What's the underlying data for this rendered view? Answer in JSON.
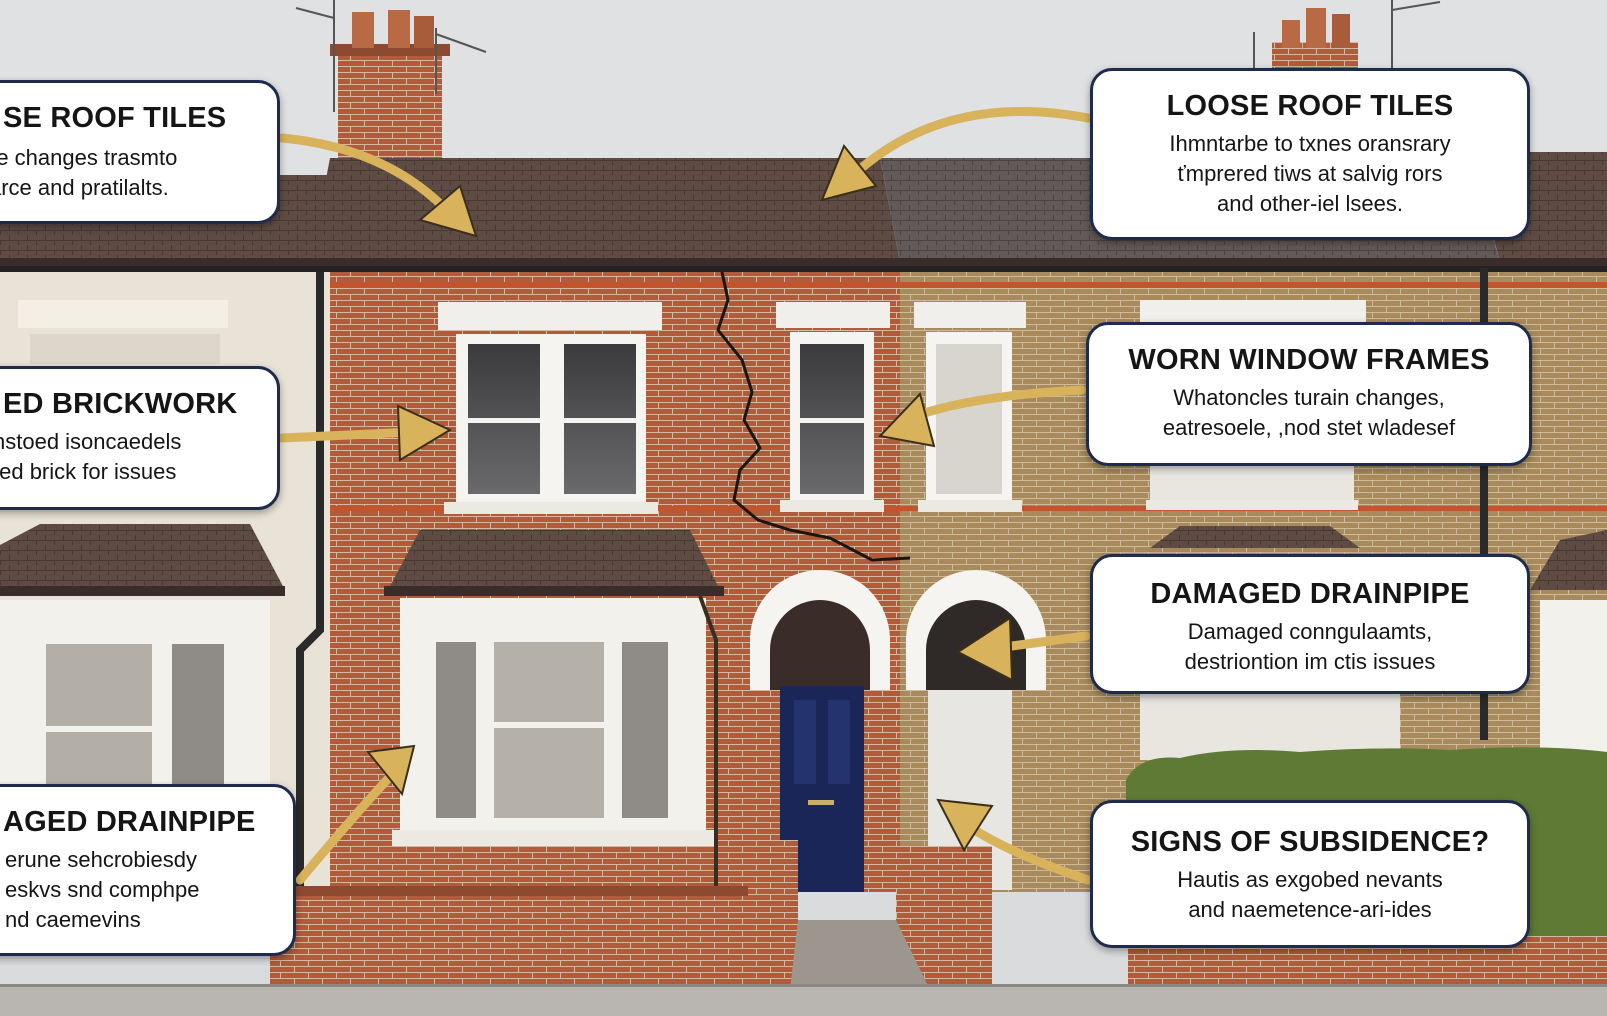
{
  "callouts": [
    {
      "id": "roof-left",
      "title": "SE ROOF TILES",
      "lines": [
        "re changes trasmto",
        "arce and pratilalts."
      ]
    },
    {
      "id": "roof-right",
      "title": "LOOSE ROOF TILES",
      "lines": [
        "Ihmntarbe to txnes oransrary",
        "ťmprered tiws at salvig rors",
        "and other-iel lsees."
      ]
    },
    {
      "id": "brick-left",
      "title": "ED BRICKWORK",
      "lines": [
        "nstoed isoncaedels",
        "ted brick for issues"
      ]
    },
    {
      "id": "window-right",
      "title": "WORN WINDOW FRAMES",
      "lines": [
        "Whatoncles turain changes,",
        "eatresoele, ,nod stet wladesef"
      ]
    },
    {
      "id": "drain-right",
      "title": "DAMAGED DRAINPIPE",
      "lines": [
        "Damaged conngulaamts,",
        "destriontion im ctis issues"
      ]
    },
    {
      "id": "drain-left",
      "title": "AGED DRAINPIPE",
      "lines": [
        "erune sehcrobiesdy",
        "eskvs snd comphpe",
        "nd caemevins"
      ]
    },
    {
      "id": "subsidence-right",
      "title": "SIGNS OF SUBSIDENCE?",
      "lines": [
        "Hautis as exgobed nevants",
        "and naemetence-ari-ides"
      ]
    }
  ],
  "colors": {
    "sky": "#dfe1e3",
    "brick": "#b45c38",
    "yellow_brick": "#a8895a",
    "roof": "#5a4a44",
    "arrow": "#d9b35c",
    "callout_border": "#1e2b4c",
    "door": "#1a2658",
    "hedge": "#5f7a35"
  }
}
